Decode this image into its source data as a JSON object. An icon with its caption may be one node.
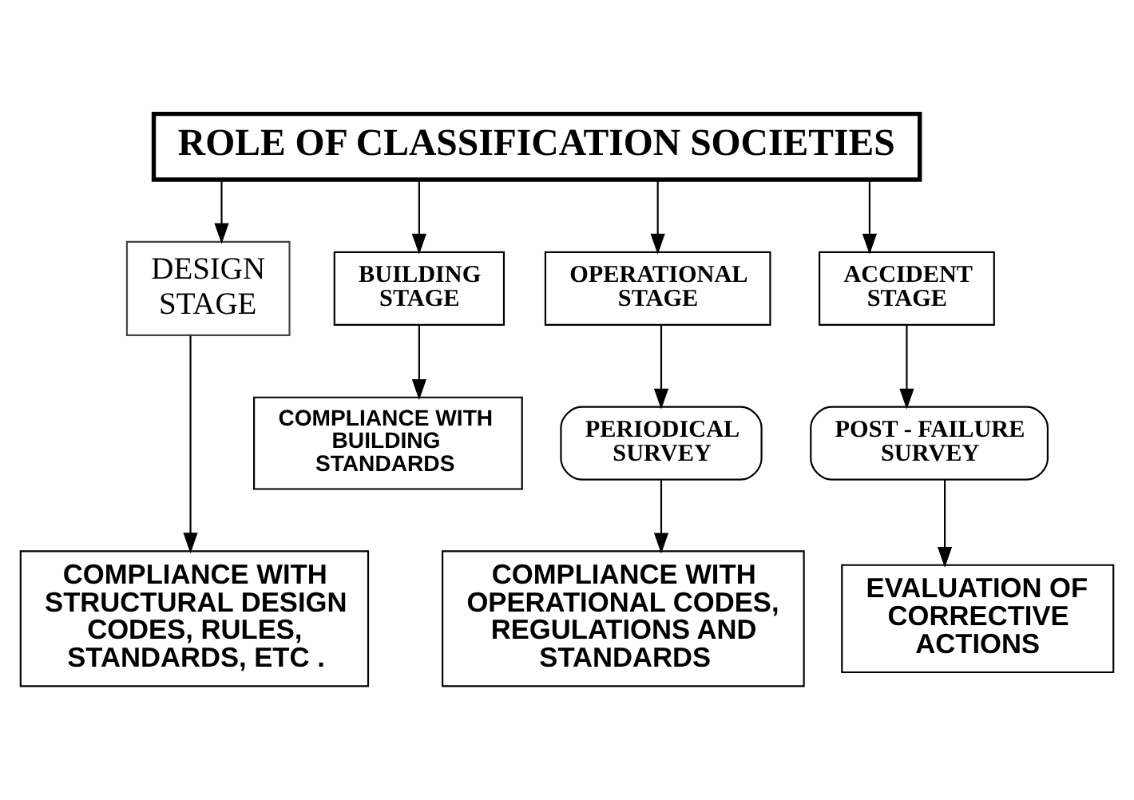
{
  "diagram": {
    "nodes": [
      {
        "text": [
          "ROLE OF CLASSIFICATION SOCIETIES"
        ]
      },
      {
        "text": [
          "DESIGN STAGE"
        ]
      },
      {
        "text": [
          "BUILDING STAGE"
        ]
      },
      {
        "text": [
          "OPERATIONAL STAGE"
        ]
      },
      {
        "text": [
          "ACCIDENT STAGE"
        ]
      },
      {
        "text": [
          "COMPLIANCE WITH BUILDING STANDARDS"
        ]
      },
      {
        "text": [
          "PERIODICAL SURVEY"
        ]
      },
      {
        "text": [
          "POST - FAILURE SURVEY"
        ]
      },
      {
        "text": [
          "COMPLIANCE WITH STRUCTURAL DESIGN CODES, RULES, STANDARDS, ETC ."
        ]
      },
      {
        "text": [
          "COMPLIANCE WITH OPERATIONAL CODES, REGULATIONS AND STANDARDS"
        ]
      },
      {
        "text": [
          "EVALUATION OF CORRECTIVE ACTIONS"
        ]
      }
    ],
    "edges": [
      {
        "from": 0,
        "to": 1,
        "arrow": "to"
      },
      {
        "from": 0,
        "to": 2,
        "arrow": "to"
      },
      {
        "from": 0,
        "to": 3,
        "arrow": "to"
      },
      {
        "from": 0,
        "to": 4,
        "arrow": "to"
      },
      {
        "from": 2,
        "to": 5,
        "arrow": "to"
      },
      {
        "from": 3,
        "to": 6,
        "arrow": "to"
      },
      {
        "from": 4,
        "to": 7,
        "arrow": "to"
      },
      {
        "from": 1,
        "to": 8,
        "arrow": "to"
      },
      {
        "from": 6,
        "to": 9,
        "arrow": "to"
      },
      {
        "from": 7,
        "to": 10,
        "arrow": "to"
      }
    ]
  }
}
